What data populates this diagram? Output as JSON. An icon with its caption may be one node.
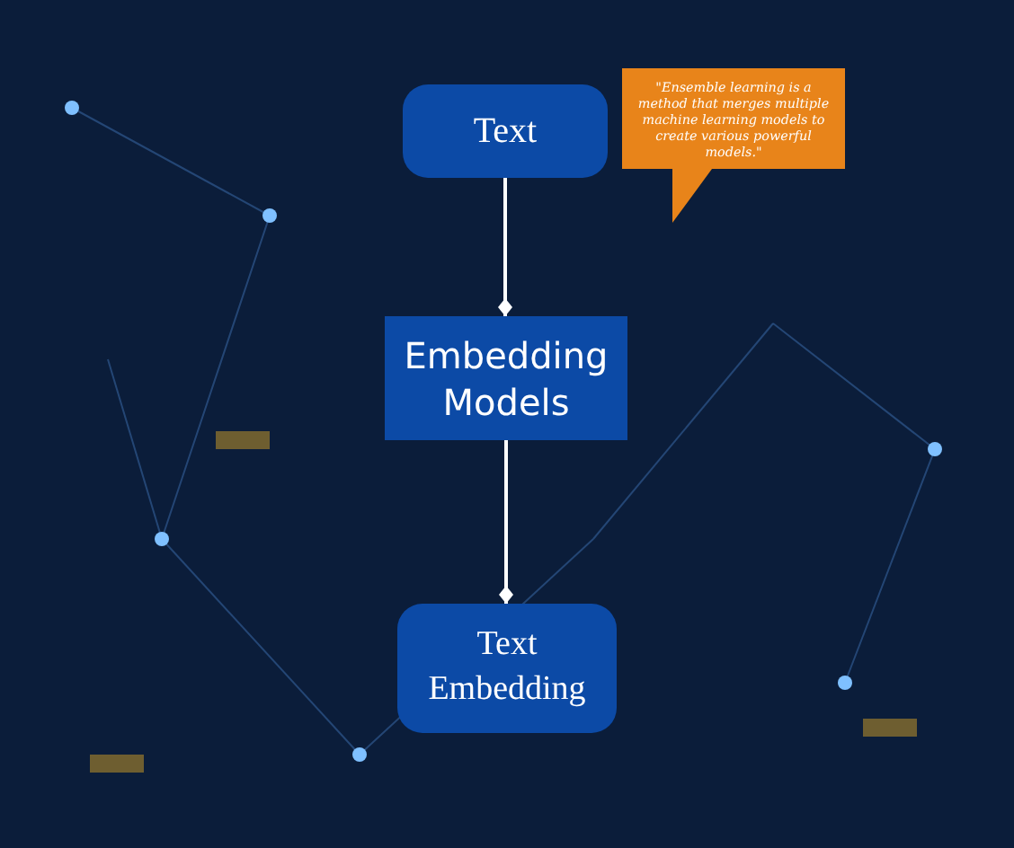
{
  "diagram": {
    "nodes": [
      {
        "text": [
          "Text"
        ]
      },
      {
        "text": [
          "Embedding Models"
        ]
      },
      {
        "text": [
          "Text Embedding"
        ]
      },
      {
        "text": [
          "\"Ensemble learning is a method that merges multiple machine learning models to create various powerful models.\""
        ]
      }
    ],
    "edges": [
      {
        "from": 0,
        "to": 1,
        "arrow": "other"
      },
      {
        "from": 1,
        "to": 2,
        "arrow": "other"
      }
    ]
  }
}
